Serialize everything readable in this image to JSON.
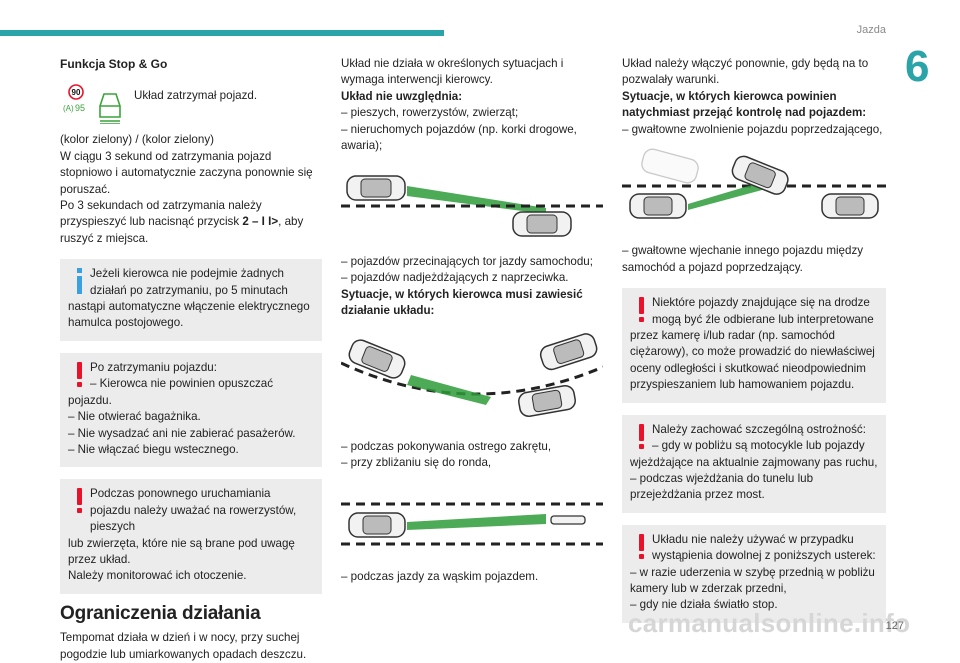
{
  "header": {
    "title": "Jazda",
    "chapter": "6"
  },
  "col1": {
    "heading": "Funkcja Stop & Go",
    "icon_badges": {
      "top": "90",
      "bottom": "95"
    },
    "icon_text": "Układ zatrzymał pojazd.",
    "p1": "(kolor zielony) / (kolor zielony)",
    "p2": "W ciągu 3 sekund od zatrzymania pojazd stopniowo i automatycznie zaczyna ponownie się poruszać.",
    "p3_a": "Po 3 sekundach od zatrzymania należy przyspieszyć lub nacisnąć przycisk ",
    "p3_b": "2 – I I>",
    "p3_c": ", aby ruszyć z miejsca.",
    "info_box": {
      "first": "Jeżeli kierowca nie podejmie żadnych działań po zatrzymaniu, po 5 minutach",
      "rest": "nastąpi automatyczne włączenie elektrycznego hamulca postojowego."
    },
    "warn1": {
      "first": "Po zatrzymaniu pojazdu:\n– Kierowca nie powinien opuszczać",
      "l1": "pojazdu.",
      "l2": "– Nie otwierać bagażnika.",
      "l3": "– Nie wysadzać ani nie zabierać pasażerów.",
      "l4": "– Nie włączać biegu wstecznego."
    },
    "warn2": {
      "first": "Podczas ponownego uruchamiania pojazdu należy uważać na rowerzystów, pieszych",
      "rest": "lub zwierzęta, które nie są brane pod uwagę przez układ.",
      "last": "Należy monitorować ich otoczenie."
    },
    "section_title": "Ograniczenia działania",
    "section_text": "Tempomat działa w dzień i w nocy, przy suchej pogodzie lub umiarkowanych opadach deszczu."
  },
  "col2": {
    "p1": "Układ nie działa w określonych sytuacjach i wymaga interwencji kierowcy.",
    "h1": "Układ nie uwzględnia:",
    "l1": "– pieszych, rowerzystów, zwierząt;",
    "l2": "– nieruchomych pojazdów (np. korki drogowe, awaria);",
    "l3": "– pojazdów przecinających tor jazdy samochodu;",
    "l4": "– pojazdów nadjeżdżających z naprzeciwka.",
    "h2": "Sytuacje, w których kierowca musi zawiesić działanie układu:",
    "l5": "– podczas pokonywania ostrego zakrętu,",
    "l6": "– przy zbliżaniu się do ronda,",
    "l7": "– podczas jazdy za wąskim pojazdem."
  },
  "col3": {
    "p1": "Układ należy włączyć ponownie, gdy będą na to pozwalały warunki.",
    "h1": "Sytuacje, w których kierowca powinien natychmiast przejąć kontrolę nad pojazdem:",
    "l1": "– gwałtowne zwolnienie pojazdu poprzedzającego,",
    "l2": "– gwałtowne wjechanie innego pojazdu między samochód a pojazd poprzedzający.",
    "warn1": {
      "first": "Niektóre pojazdy znajdujące się na drodze mogą być źle odbierane lub interpretowane",
      "rest": "przez kamerę i/lub radar (np. samochód ciężarowy), co może prowadzić do niewłaściwej oceny odległości i skutkować nieodpowiednim przyspieszaniem lub hamowaniem pojazdu."
    },
    "warn2": {
      "first": "Należy zachować szczególną ostrożność:\n– gdy w pobliżu są motocykle lub pojazdy",
      "l1": "wjeżdżające na aktualnie zajmowany pas ruchu,",
      "l2": "– podczas wjeżdżania do tunelu lub przejeżdżania przez most."
    },
    "warn3": {
      "first": "Układu nie należy używać w przypadku wystąpienia dowolnej z poniższych usterek:",
      "l1": "– w razie uderzenia w szybę przednią w pobliżu kamery lub w zderzak przedni,",
      "l2": "– gdy nie działa światło stop."
    }
  },
  "footer": {
    "page": "127",
    "watermark": "carmanualsonline.info"
  },
  "colors": {
    "accent": "#2aa3a9",
    "warning": "#e8132a",
    "info": "#3aa0e0",
    "box": "#ececec",
    "beam": "#2e9b3a"
  }
}
